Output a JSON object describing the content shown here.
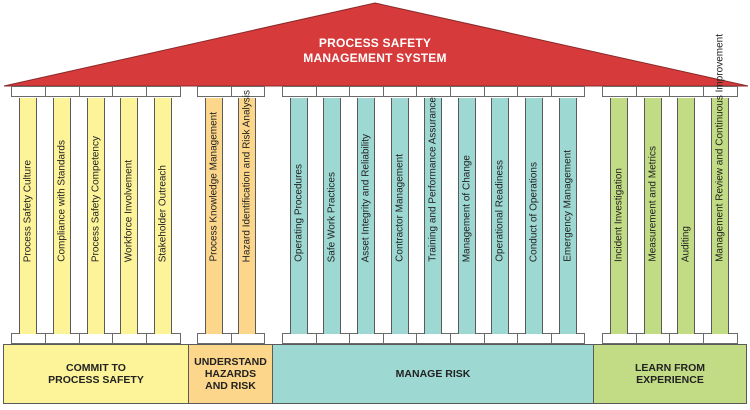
{
  "title": "PROCESS SAFETY MANAGEMENT SYSTEM",
  "title_lines": [
    "PROCESS SAFETY",
    "MANAGEMENT SYSTEM"
  ],
  "colors": {
    "roof": "#d63a3a",
    "commit": "#fdf49a",
    "understand": "#fcd68a",
    "manage": "#9ed8d3",
    "learn": "#c2dc85"
  },
  "groups": [
    {
      "key": "commit",
      "base_label": "COMMIT TO PROCESS SAFETY",
      "base_lines": [
        "COMMIT TO",
        "PROCESS SAFETY"
      ],
      "pillars": [
        "Process Safety Culture",
        "Compliance with Standards",
        "Process Safety Competency",
        "Workforce Involvement",
        "Stakeholder Outreach"
      ]
    },
    {
      "key": "understand",
      "base_label": "UNDERSTAND HAZARDS AND RISK",
      "base_lines": [
        "UNDERSTAND",
        "HAZARDS",
        "AND RISK"
      ],
      "pillars": [
        "Process Knowledge Management",
        "Hazard Identification and Risk Analysis"
      ]
    },
    {
      "key": "manage",
      "base_label": "MANAGE RISK",
      "base_lines": [
        "MANAGE RISK"
      ],
      "pillars": [
        "Operating Procedures",
        "Safe Work Practices",
        "Asset Integrity and Reliability",
        "Contractor Management",
        "Training and Performance Assurance",
        "Management of Change",
        "Operational Readiness",
        "Conduct of Operations",
        "Emergency Management"
      ]
    },
    {
      "key": "learn",
      "base_label": "LEARN FROM EXPERIENCE",
      "base_lines": [
        "LEARN FROM",
        "EXPERIENCE"
      ],
      "pillars": [
        "Incident Investigation",
        "Measurement and Metrics",
        "Auditing",
        "Management Review and Continuous Improvement"
      ]
    }
  ]
}
